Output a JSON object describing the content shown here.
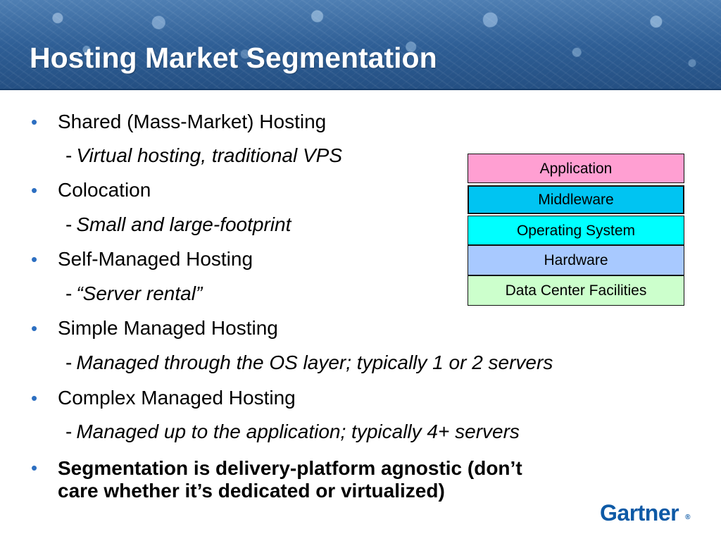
{
  "slide": {
    "title": "Hosting Market Segmentation",
    "items": [
      {
        "bullet": "•",
        "text": "Shared (Mass-Market) Hosting",
        "sub": {
          "dash": "-",
          "text": "Virtual hosting, traditional VPS"
        }
      },
      {
        "bullet": "•",
        "text": "Colocation",
        "sub": {
          "dash": "-",
          "text": "Small and large-footprint"
        }
      },
      {
        "bullet": "•",
        "text": "Self-Managed Hosting",
        "sub": {
          "dash": "-",
          "text": "“Server rental”"
        }
      },
      {
        "bullet": "•",
        "text": "Simple Managed Hosting",
        "sub": {
          "dash": "-",
          "text": "Managed through the OS layer; typically 1 or 2 servers"
        }
      },
      {
        "bullet": "•",
        "text": "Complex Managed Hosting",
        "sub": {
          "dash": "-",
          "text": "Managed up to the application; typically 4+ servers"
        }
      },
      {
        "bullet": "•",
        "text": "Segmentation is delivery-platform agnostic (don’t",
        "text_line2": "care whether it’s dedicated or virtualized)"
      }
    ],
    "stack_layers": [
      {
        "label": "Application",
        "color": "#ff9fd2"
      },
      {
        "label": "Middleware",
        "color": "#00c4f2"
      },
      {
        "label": "Operating System",
        "color": "#00ffff"
      },
      {
        "label": "Hardware",
        "color": "#a8c9ff"
      },
      {
        "label": "Data Center Facilities",
        "color": "#ccffcc"
      }
    ],
    "logo": {
      "text": "Gartner",
      "mark": "®"
    },
    "colors": {
      "header_blue": "#2f5f96",
      "bullet_blue": "#2d6fc1",
      "logo_blue": "#0e5aa6"
    }
  }
}
